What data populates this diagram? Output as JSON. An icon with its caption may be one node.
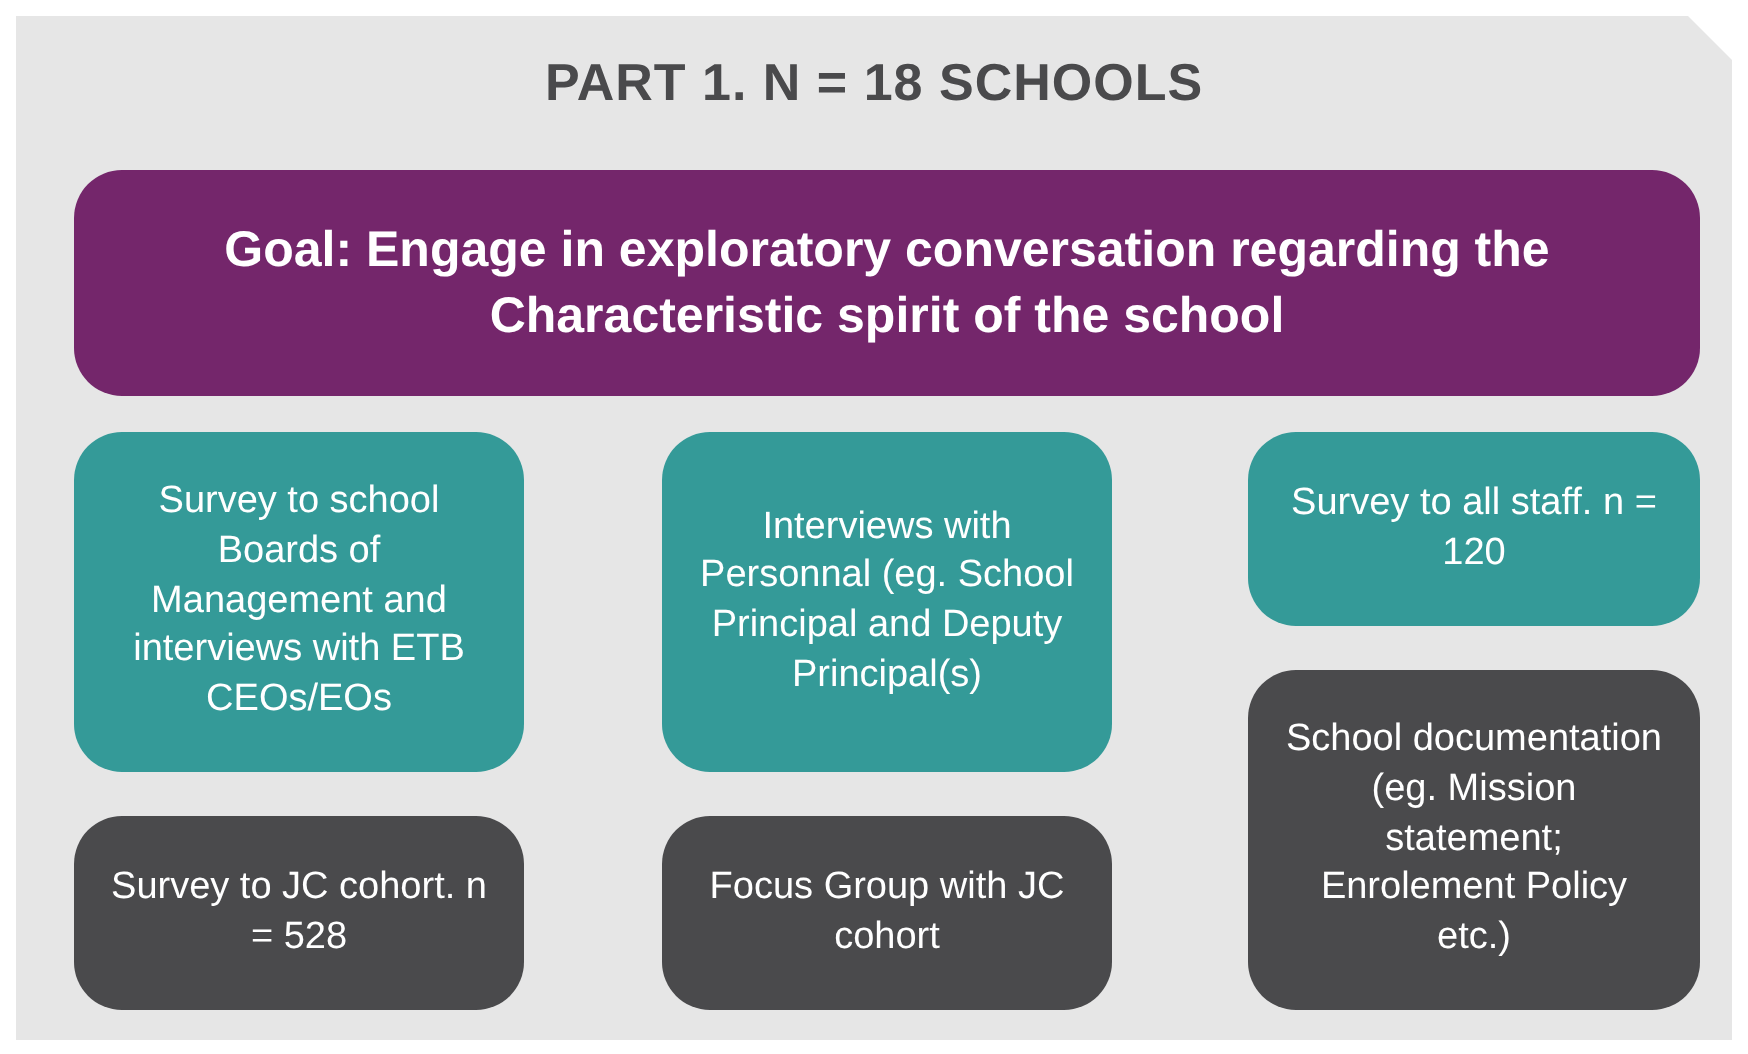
{
  "diagram": {
    "title": "PART 1. N = 18 SCHOOLS",
    "nodes": [
      {
        "text": [
          "Goal: Engage in exploratory conversation regarding the Characteristic spirit of the school"
        ]
      },
      {
        "text": [
          "Survey to school Boards of Management and interviews with ETB CEOs/EOs"
        ]
      },
      {
        "text": [
          "Interviews with Personnal (eg. School Principal and Deputy Principal(s)"
        ]
      },
      {
        "text": [
          "Survey to all staff. n = 120"
        ]
      },
      {
        "text": [
          "School documentation (eg. Mission statement; Enrolement Policy etc.)"
        ]
      },
      {
        "text": [
          "Survey to JC cohort. n = 528"
        ]
      },
      {
        "text": [
          "Focus Group with JC cohort"
        ]
      }
    ]
  }
}
